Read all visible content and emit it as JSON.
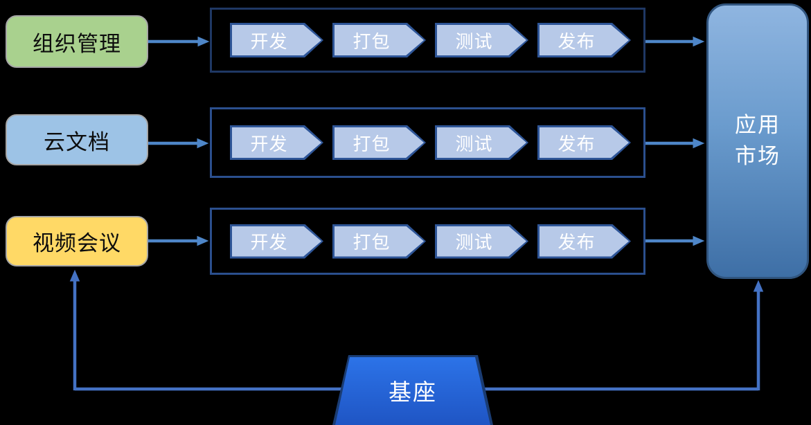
{
  "diagram": {
    "sources": [
      {
        "label": "组织管理",
        "fill": "#A9D18E"
      },
      {
        "label": "云文档",
        "fill": "#9DC3E6"
      },
      {
        "label": "视频会议",
        "fill": "#FFD966"
      }
    ],
    "stages": [
      "开发",
      "打包",
      "测试",
      "发布"
    ],
    "target": {
      "label": "应用市场",
      "line1": "应用",
      "line2": "市场"
    },
    "base": {
      "label": "基座"
    },
    "colors": {
      "background": "#000000",
      "stage_fill": "#B7C9E8",
      "stage_border": "#2E5597",
      "row_border_top": "#1F3864",
      "row_border_other": "#2B4F8E",
      "source_border": "#A6A6A6",
      "arrow": "#4E86C8",
      "elbow_line": "#4472C4",
      "target_gradient_top": "#8FB5E0",
      "target_gradient_bottom": "#3E6FA6",
      "target_border": "#31557F",
      "base_gradient_top": "#2C73E8",
      "base_gradient_bottom": "#1F55C4"
    }
  }
}
